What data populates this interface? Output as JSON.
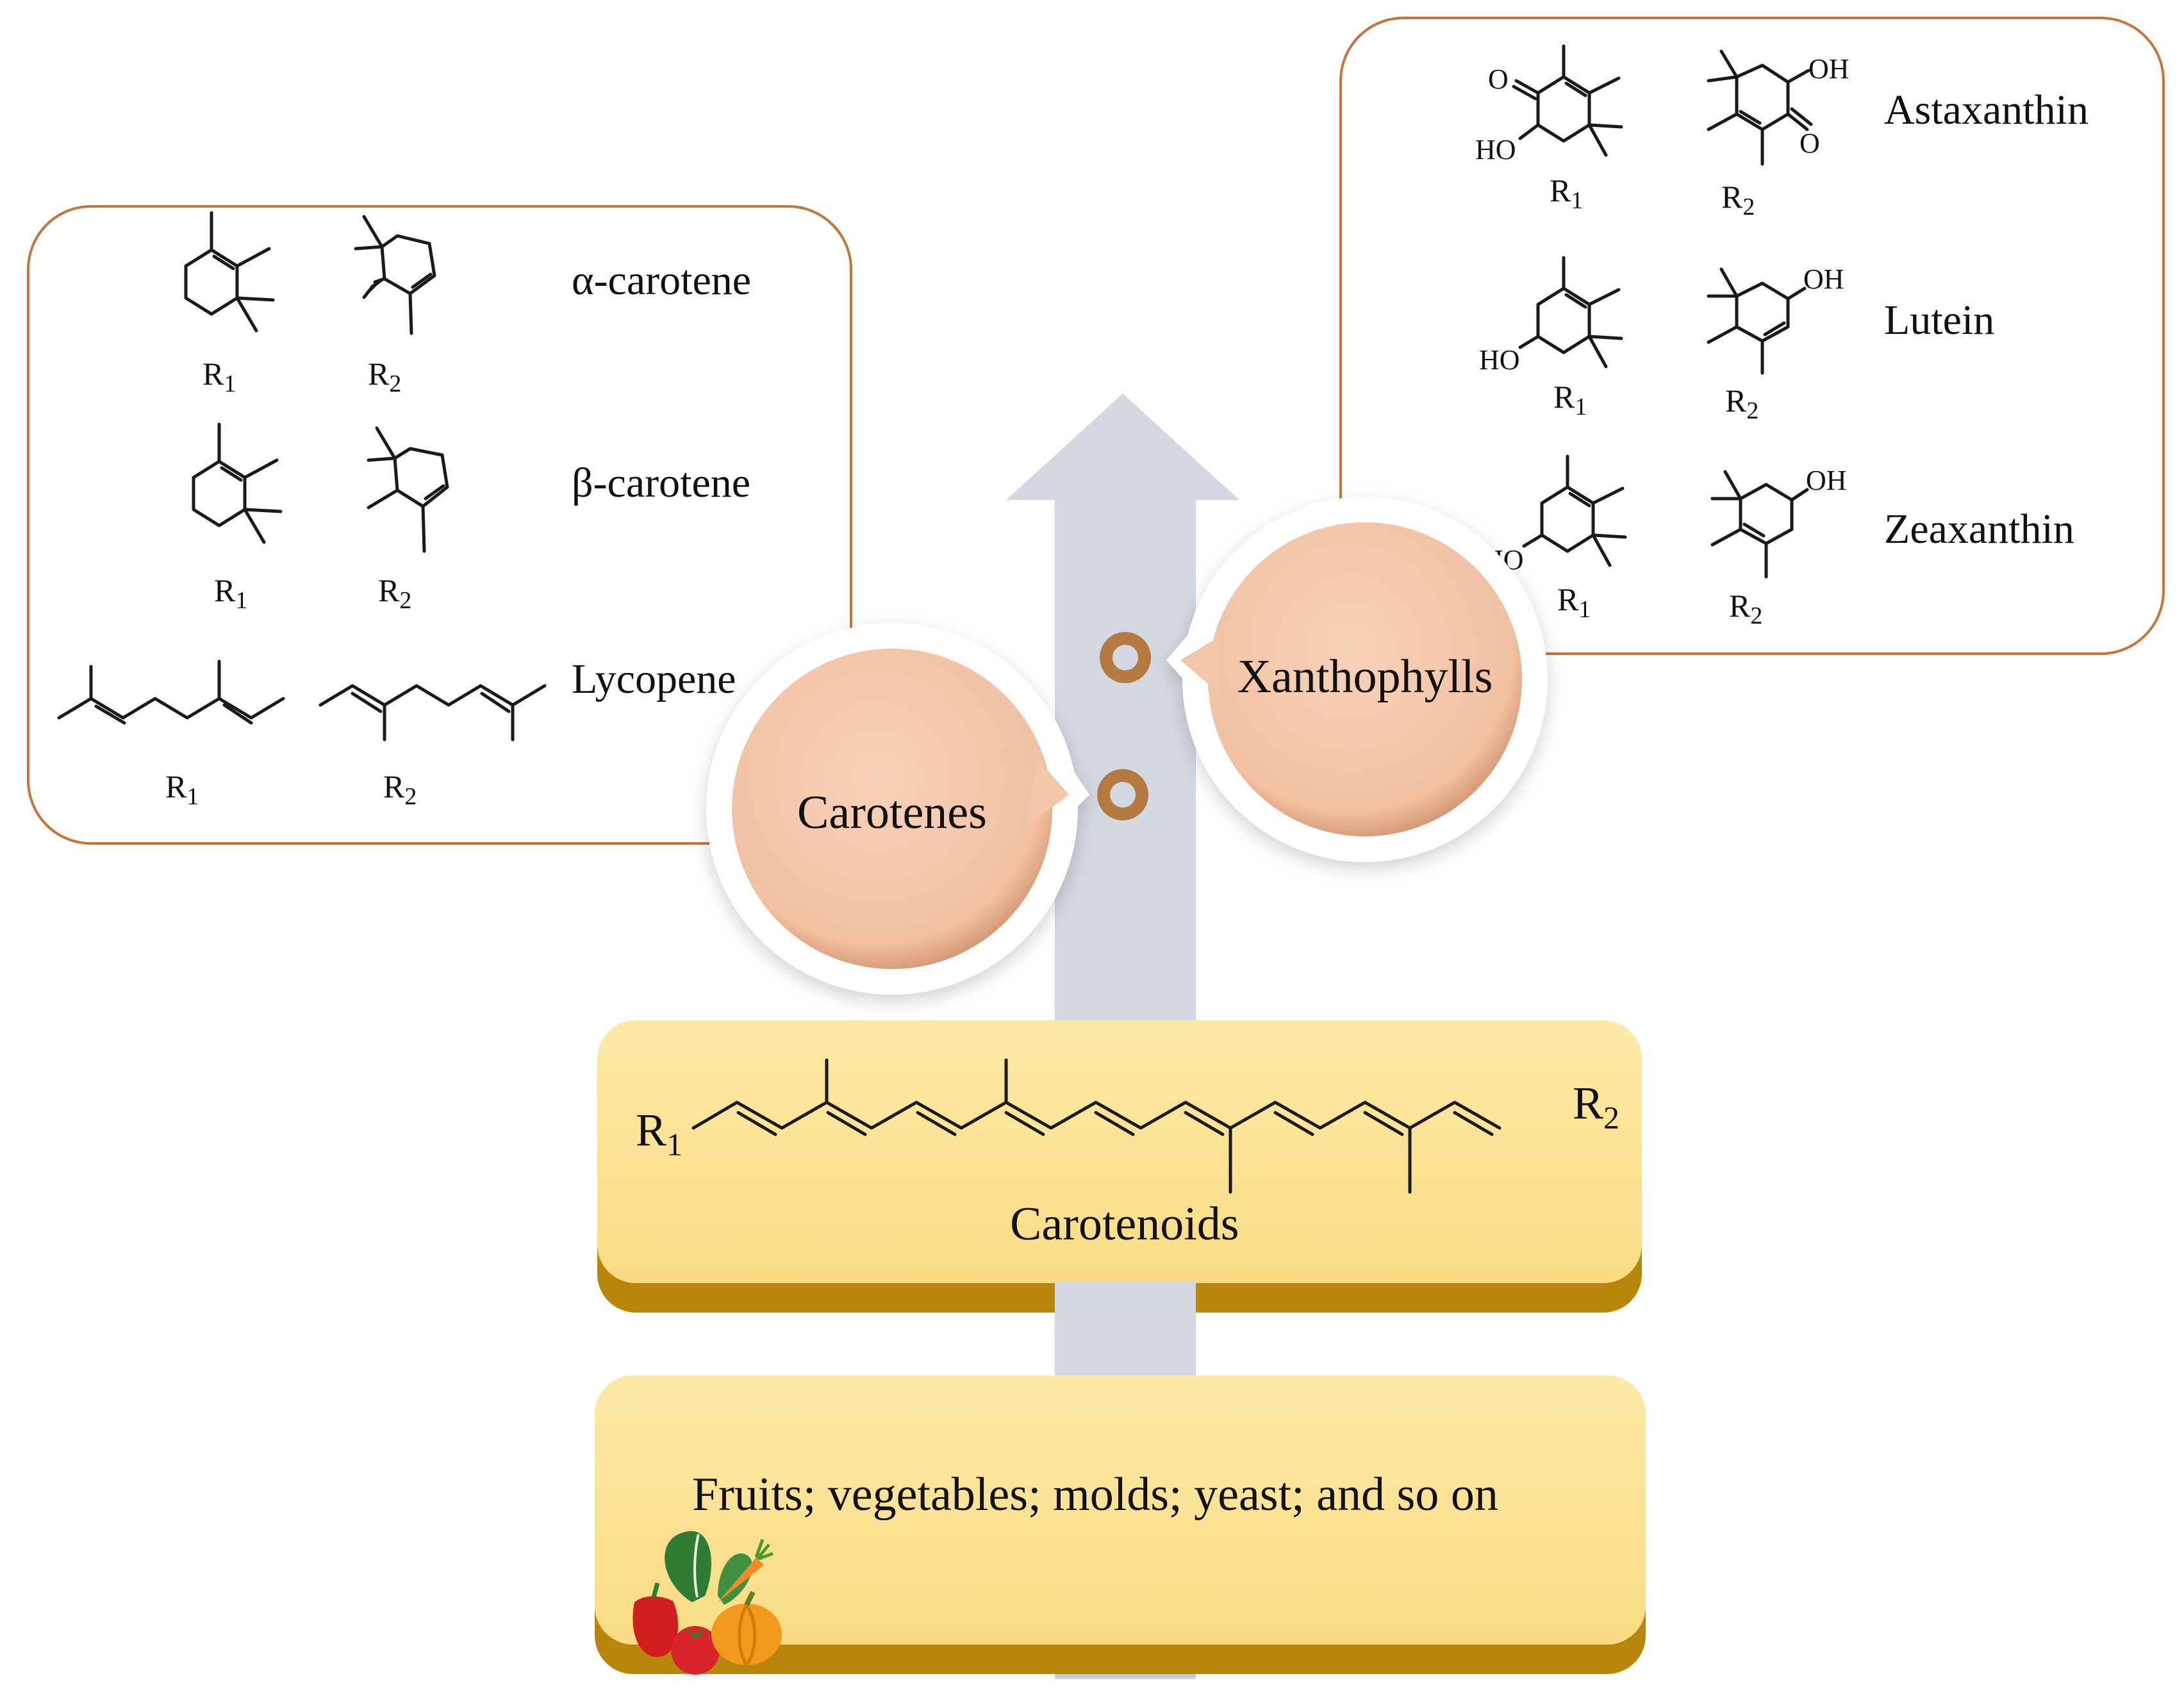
{
  "carotenes_box": {
    "rows": [
      {
        "name": "α-carotene",
        "r1": "R",
        "r1_sub": "1",
        "r2": "R",
        "r2_sub": "2"
      },
      {
        "name": "β-carotene",
        "r1": "R",
        "r1_sub": "1",
        "r2": "R",
        "r2_sub": "2"
      },
      {
        "name": "Lycopene",
        "r1": "R",
        "r1_sub": "1",
        "r2": "R",
        "r2_sub": "2"
      }
    ]
  },
  "xanthophylls_box": {
    "rows": [
      {
        "name": "Astaxanthin",
        "r1": "R",
        "r1_sub": "1",
        "r2": "R",
        "r2_sub": "2"
      },
      {
        "name": "Lutein",
        "r1": "R",
        "r1_sub": "1",
        "r2": "R",
        "r2_sub": "2"
      },
      {
        "name": "Zeaxanthin",
        "r1": "R",
        "r1_sub": "1",
        "r2": "R",
        "r2_sub": "2"
      }
    ]
  },
  "atoms": {
    "O": "O",
    "HO": "HO",
    "OH": "OH"
  },
  "bubbles": {
    "carotenes": "Carotenes",
    "xanthophylls": "Xanthophylls"
  },
  "carotenoid_tray": {
    "label": "Carotenoids",
    "r1": "R",
    "r1_sub": "1",
    "r2": "R",
    "r2_sub": "2"
  },
  "source_tray": {
    "label": "Fruits; vegetables; molds; yeast; and so on"
  },
  "colors": {
    "box_border": "#c8733a",
    "arrow": "#d3d8e2",
    "bubble": "#f4c6aa",
    "tray_top": "#fce59a",
    "tray_bottom": "#b8860b",
    "ring": "#b57a3f"
  },
  "icons": [
    "up-arrow",
    "vegetables-icon"
  ]
}
